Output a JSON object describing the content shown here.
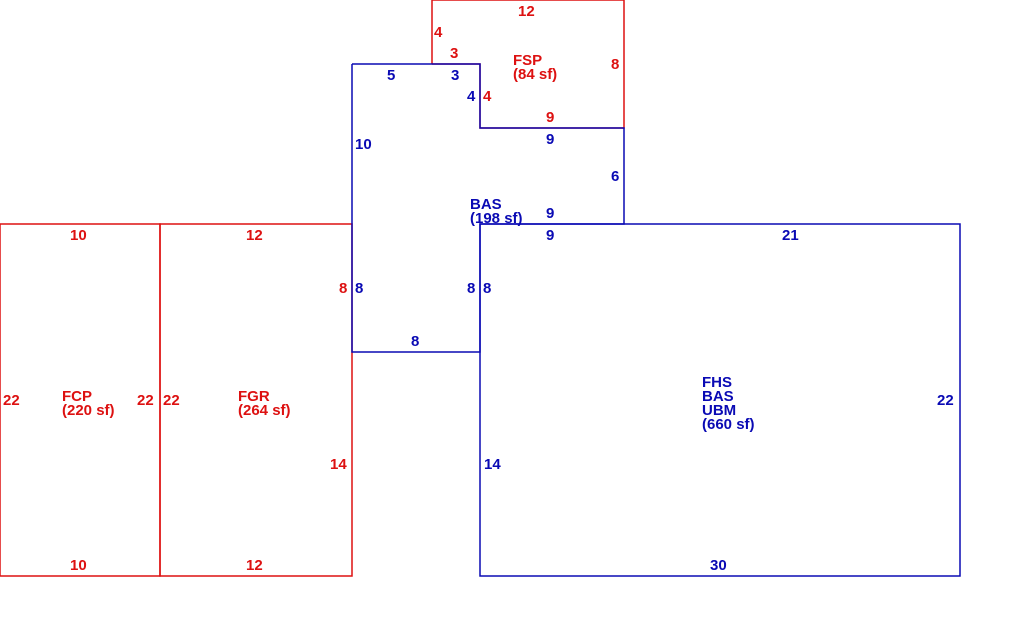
{
  "colors": {
    "red": "#dd1111",
    "blue": "#0a0ab4"
  },
  "areas": {
    "fcp": {
      "name": "FCP",
      "area": "(220 sf)"
    },
    "fgr": {
      "name": "FGR",
      "area": "(264 sf)"
    },
    "fsp": {
      "name": "FSP",
      "area": "(84 sf)"
    },
    "bas_upper": {
      "name": "BAS",
      "area": "(198 sf)"
    },
    "main": {
      "line1": "FHS",
      "line2": "BAS",
      "line3": "UBM",
      "area": "(660 sf)"
    }
  },
  "dims": {
    "fcp_top": "10",
    "fcp_bottom": "10",
    "fcp_left": "22",
    "fcp_right": "22",
    "fgr_top": "12",
    "fgr_bottom": "12",
    "fgr_left": "22",
    "fgr_right_upper": "8",
    "fgr_right_lower": "14",
    "fsp_top": "12",
    "fsp_left": "4",
    "fsp_step": "3",
    "fsp_right": "8",
    "fsp_inner": "4",
    "fsp_bottom": "9",
    "bas_top_left": "5",
    "bas_top_notch": "3",
    "bas_notch_left": "4",
    "bas_left": "10",
    "bas_left_lower": "8",
    "bas_notch_bottom": "9",
    "bas_right": "6",
    "bas_bottom_step": "9",
    "bas_inner_right": "8",
    "bas_bottom": "8",
    "main_top_left": "9",
    "main_top": "21",
    "main_left_upper": "8",
    "main_left_lower": "14",
    "main_right": "22",
    "main_bottom": "30"
  }
}
